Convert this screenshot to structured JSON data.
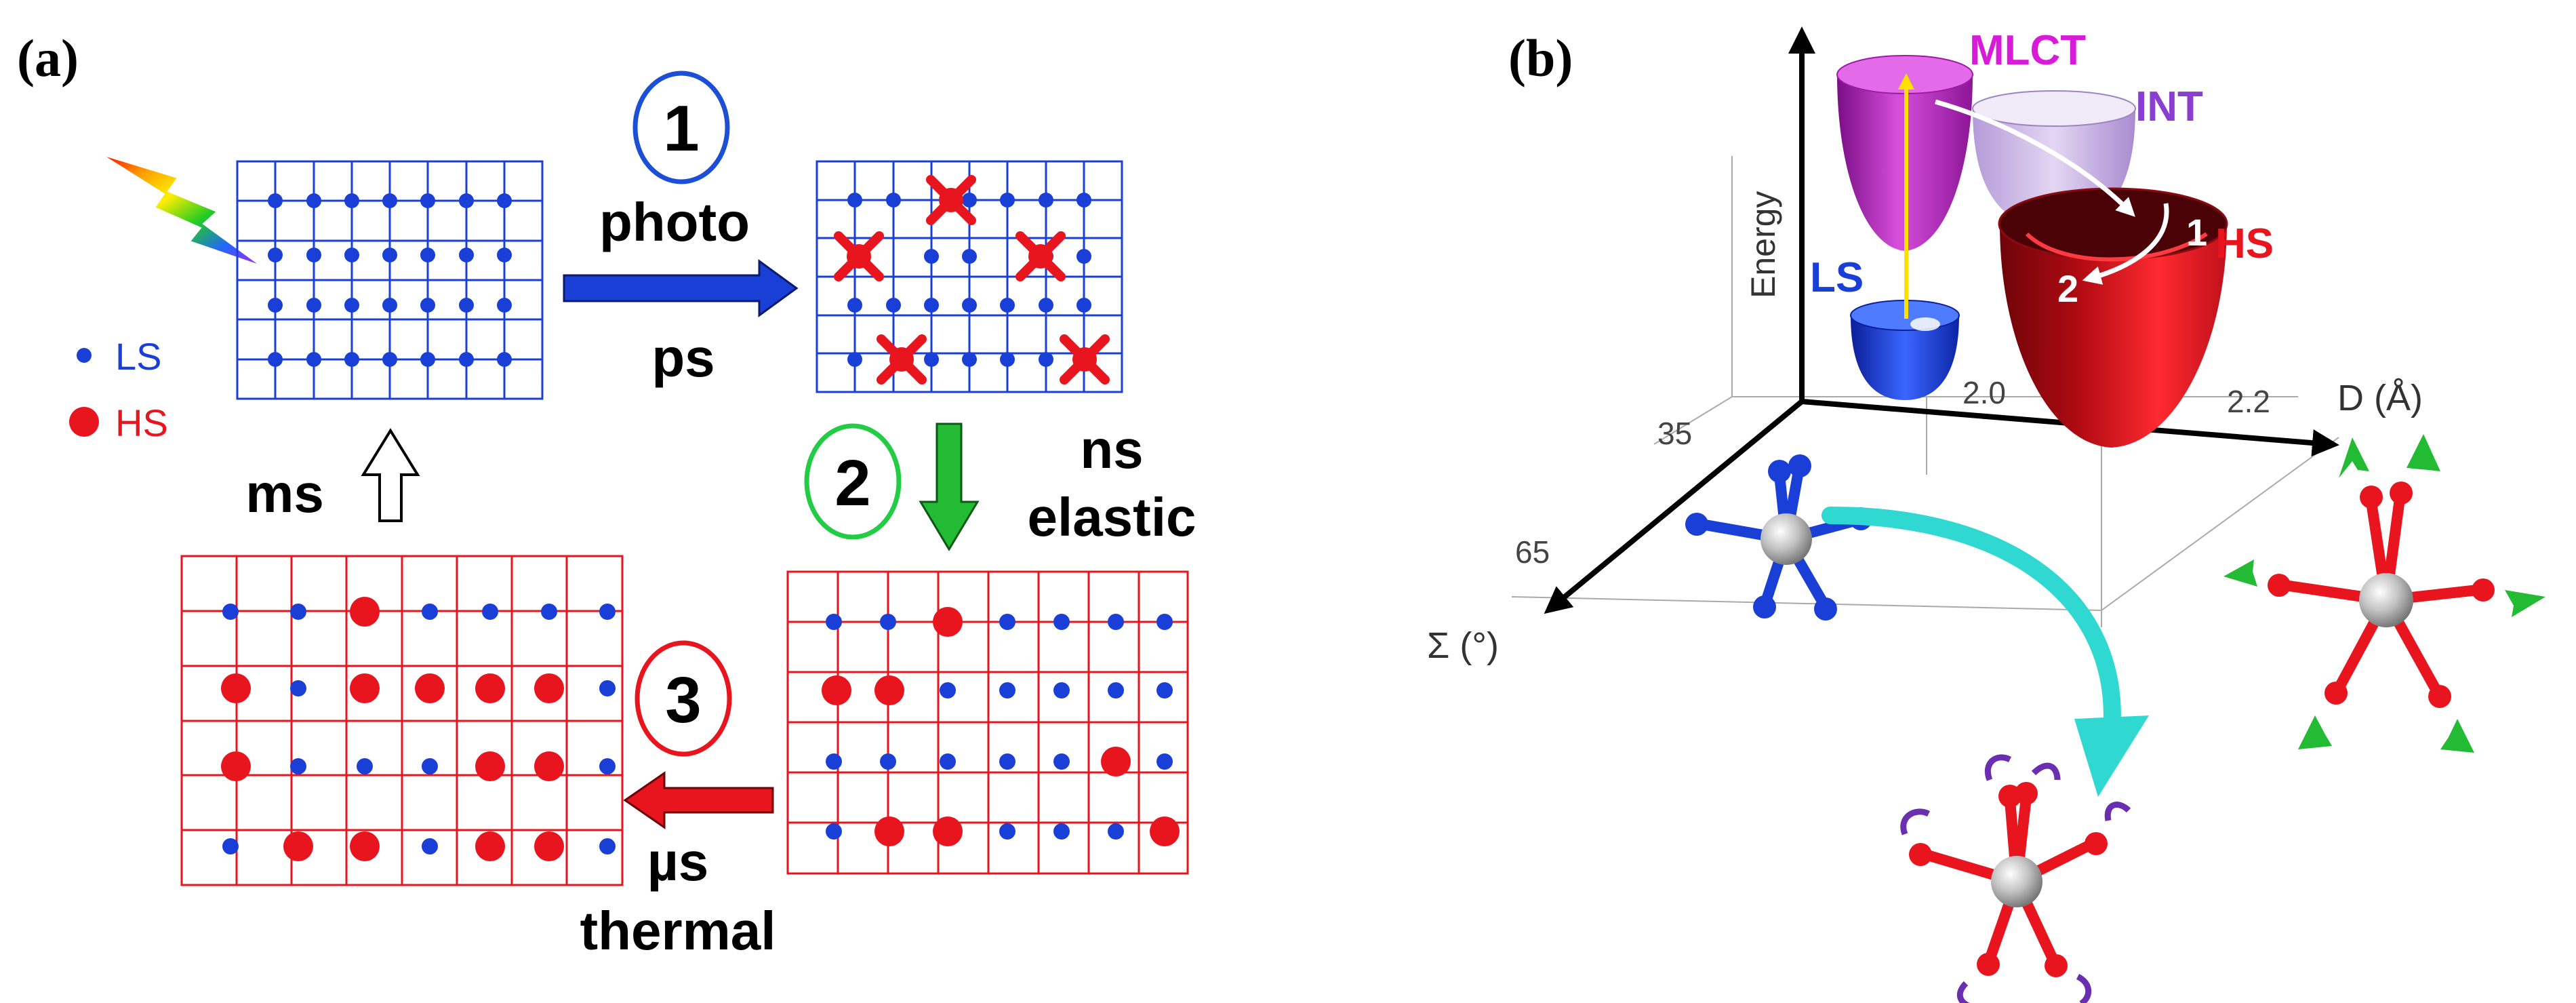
{
  "panel_a": {
    "label": "(a)",
    "legend": {
      "ls": "LS",
      "hs": "HS"
    },
    "step1": {
      "number": "1",
      "top_label": "photo",
      "bottom_label": "ps"
    },
    "step2": {
      "number": "2",
      "label_line1": "ns",
      "label_line2": "elastic"
    },
    "step3": {
      "number": "3",
      "label_line1": "µs",
      "label_line2": "thermal"
    },
    "return_label": "ms"
  },
  "panel_b": {
    "label": "(b)",
    "states": {
      "mlct": "MLCT",
      "int": "INT",
      "ls": "LS",
      "hs": "HS"
    },
    "path_labels": {
      "p1": "1",
      "p2": "2"
    },
    "axes": {
      "energy": "Energy",
      "d": "D (Å)",
      "sigma": "Σ (°)",
      "tick_d1": "2.0",
      "tick_d2": "2.2",
      "tick_s1": "35",
      "tick_s2": "65"
    }
  },
  "colors": {
    "ls_blue": "#1a3fd6",
    "hs_red": "#e8141e",
    "mlct_magenta": "#d81bd8",
    "int_purple": "#8a3fd0",
    "step1_circle": "#1a4fd6",
    "step2_circle": "#22cc44",
    "step3_circle": "#e8141e",
    "arrow_cyan": "#2fd9d2",
    "arrow_green": "#22bb33",
    "arrow_purple": "#6a2fb0"
  }
}
